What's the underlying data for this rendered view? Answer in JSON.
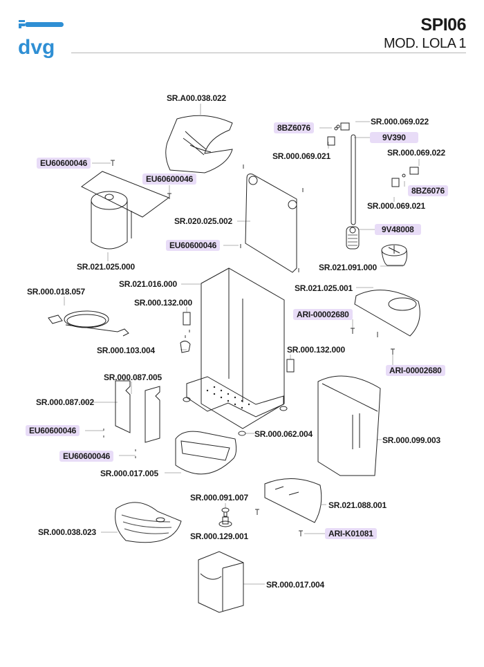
{
  "header": {
    "brand": "dvg",
    "brand_color": "#2f8fd4",
    "code": "SPI06",
    "model": "MOD. LOLA 1"
  },
  "highlight_color": "#e8dcf7",
  "parts": {
    "p01": {
      "code": "SR.A00.038.022",
      "highlighted": false
    },
    "p02": {
      "code": "SR.000.069.022",
      "highlighted": false
    },
    "p03": {
      "code": "8BZ6076",
      "highlighted": true
    },
    "p04": {
      "code": "9V390",
      "highlighted": true
    },
    "p05": {
      "code": "SR.000.069.021",
      "highlighted": false
    },
    "p06": {
      "code": "SR.000.069.022",
      "highlighted": false
    },
    "p07": {
      "code": "EU60600046",
      "highlighted": true
    },
    "p08": {
      "code": "EU60600046",
      "highlighted": true
    },
    "p09": {
      "code": "8BZ6076",
      "highlighted": true
    },
    "p10": {
      "code": "SR.000.069.021",
      "highlighted": false
    },
    "p11": {
      "code": "SR.020.025.002",
      "highlighted": false
    },
    "p12": {
      "code": "9V48008",
      "highlighted": true
    },
    "p13": {
      "code": "EU60600046",
      "highlighted": true
    },
    "p14": {
      "code": "SR.021.025.000",
      "highlighted": false
    },
    "p15": {
      "code": "SR.021.091.000",
      "highlighted": false
    },
    "p16": {
      "code": "SR.021.016.000",
      "highlighted": false
    },
    "p17": {
      "code": "SR.021.025.001",
      "highlighted": false
    },
    "p18": {
      "code": "SR.000.018.057",
      "highlighted": false
    },
    "p19": {
      "code": "SR.000.132.000",
      "highlighted": false
    },
    "p20": {
      "code": "ARI-00002680",
      "highlighted": true
    },
    "p21": {
      "code": "SR.000.103.004",
      "highlighted": false
    },
    "p22": {
      "code": "SR.000.132.000",
      "highlighted": false
    },
    "p23": {
      "code": "ARI-00002680",
      "highlighted": true
    },
    "p24": {
      "code": "SR.000.087.005",
      "highlighted": false
    },
    "p25": {
      "code": "SR.000.087.002",
      "highlighted": false
    },
    "p26": {
      "code": "EU60600046",
      "highlighted": true
    },
    "p27": {
      "code": "SR.000.062.004",
      "highlighted": false
    },
    "p28": {
      "code": "SR.000.099.003",
      "highlighted": false
    },
    "p29": {
      "code": "EU60600046",
      "highlighted": true
    },
    "p30": {
      "code": "SR.000.017.005",
      "highlighted": false
    },
    "p31": {
      "code": "SR.000.091.007",
      "highlighted": false
    },
    "p32": {
      "code": "SR.021.088.001",
      "highlighted": false
    },
    "p33": {
      "code": "SR.000.038.023",
      "highlighted": false
    },
    "p34": {
      "code": "SR.000.129.001",
      "highlighted": false
    },
    "p35": {
      "code": "ARI-K01081",
      "highlighted": true
    },
    "p36": {
      "code": "SR.000.017.004",
      "highlighted": false
    }
  }
}
